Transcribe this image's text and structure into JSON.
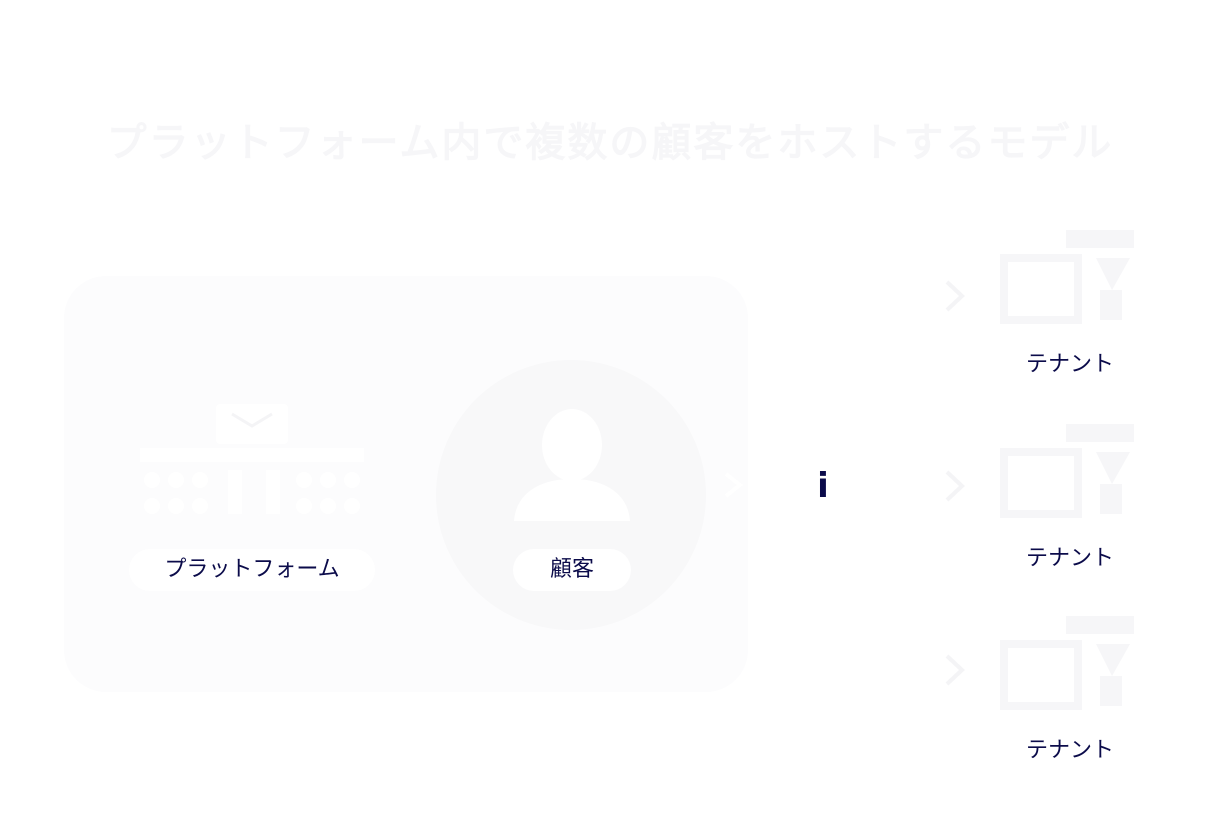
{
  "title": "プラットフォーム内で複数の顧客をホストするモデル",
  "platform": {
    "label": "プラットフォーム",
    "icon": "platform-network-icon"
  },
  "customer": {
    "label": "顧客",
    "icon": "user-silhouette-icon"
  },
  "info": {
    "glyph": "i",
    "icon": "info-icon"
  },
  "tenants": [
    {
      "label": "テナント",
      "icon": "tenant-building-icon"
    },
    {
      "label": "テナント",
      "icon": "tenant-building-icon"
    },
    {
      "label": "テナント",
      "icon": "tenant-building-icon"
    }
  ],
  "colors": {
    "text": "#0b0b4a",
    "panel": "#fcfcfd",
    "circle": "#f8f8f9",
    "faint": "#f3f3f5"
  }
}
